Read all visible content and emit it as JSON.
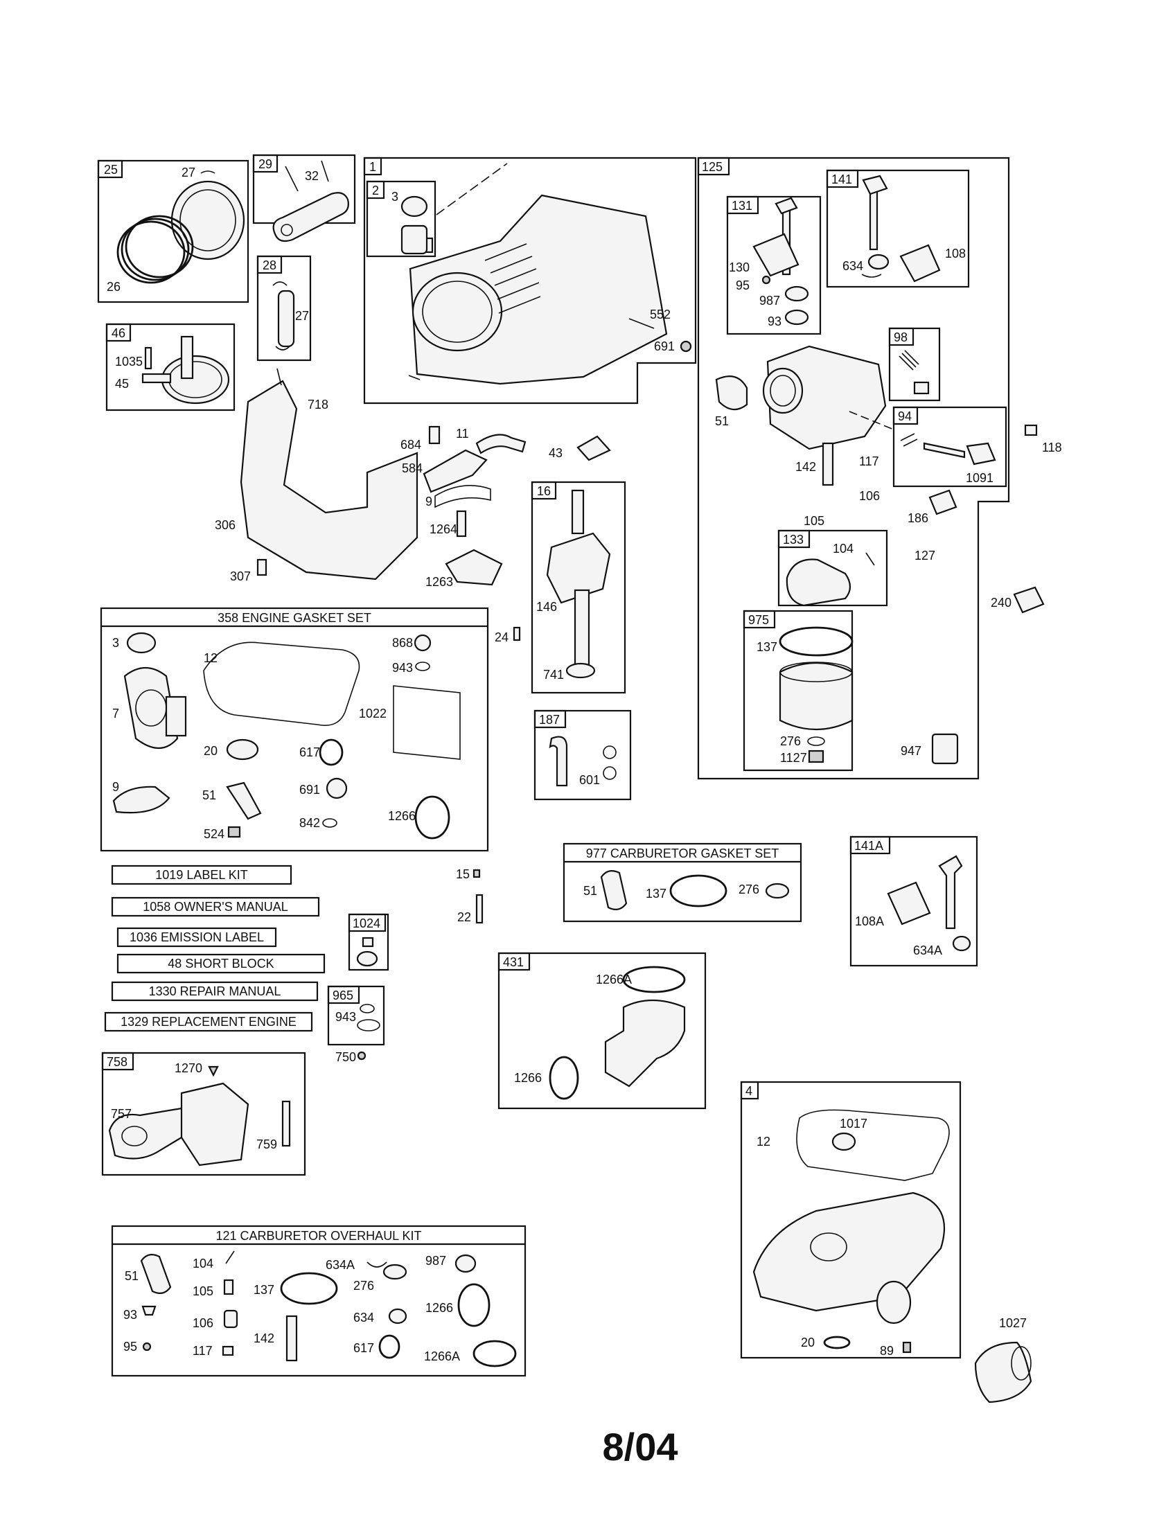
{
  "footer": {
    "date": "8/04"
  },
  "kits": {
    "engine_gasket_set": "358 ENGINE GASKET SET",
    "carburetor_gasket_set": "977 CARBURETOR GASKET SET",
    "carburetor_overhaul_kit": "121 CARBURETOR OVERHAUL KIT"
  },
  "label_boxes": [
    "1019 LABEL KIT",
    "1058 OWNER'S MANUAL",
    "1036 EMISSION LABEL",
    "48 SHORT BLOCK",
    "1330 REPAIR MANUAL",
    "1329 REPLACEMENT ENGINE"
  ],
  "assembly_ids": [
    "25",
    "29",
    "28",
    "46",
    "1",
    "2",
    "125",
    "131",
    "141",
    "98",
    "94",
    "16",
    "187",
    "133",
    "975",
    "141A",
    "1024",
    "965",
    "431",
    "758",
    "4"
  ],
  "part_numbers": [
    "27",
    "26",
    "32",
    "27",
    "1035",
    "45",
    "3",
    "552",
    "691",
    "718",
    "306",
    "307",
    "684",
    "11",
    "584",
    "43",
    "9",
    "1264",
    "1263",
    "24",
    "146",
    "741",
    "601",
    "130",
    "95",
    "987",
    "93",
    "634",
    "108",
    "51",
    "117",
    "142",
    "106",
    "105",
    "118",
    "1091",
    "186",
    "104",
    "127",
    "240",
    "137",
    "276",
    "1127",
    "947",
    "3",
    "12",
    "868",
    "943",
    "7",
    "1022",
    "20",
    "617",
    "9",
    "691",
    "51",
    "842",
    "1266",
    "524",
    "15",
    "22",
    "51",
    "137",
    "276",
    "108A",
    "634A",
    "943",
    "750",
    "1266A",
    "1266",
    "1270",
    "757",
    "759",
    "12",
    "1017",
    "20",
    "89",
    "1027",
    "51",
    "104",
    "105",
    "93",
    "106",
    "95",
    "117",
    "137",
    "142",
    "634A",
    "276",
    "634",
    "617",
    "987",
    "1266",
    "1266A"
  ]
}
